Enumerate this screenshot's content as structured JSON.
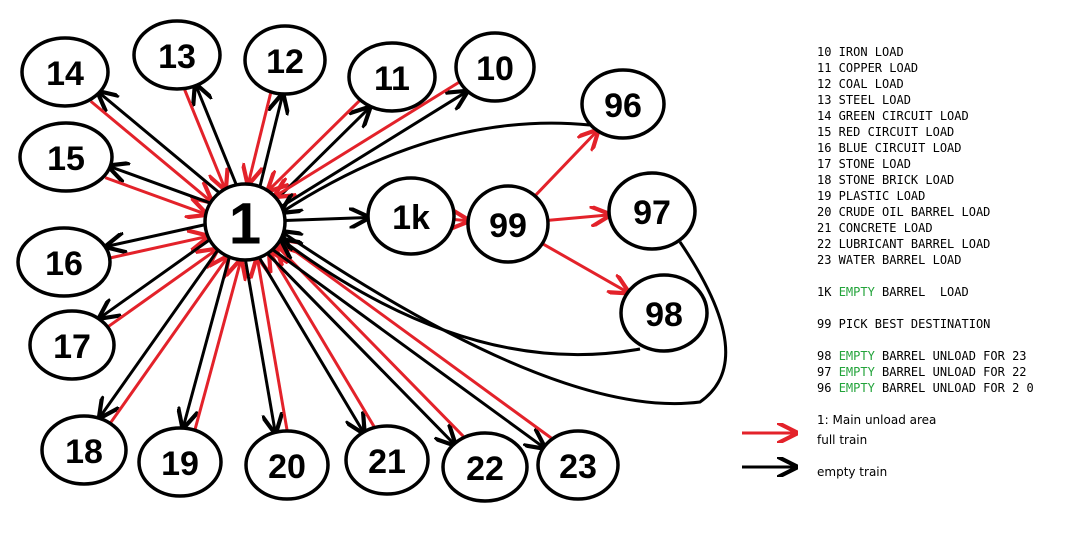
{
  "nodes": [
    {
      "id": "1",
      "label": "1"
    },
    {
      "id": "14",
      "label": "14"
    },
    {
      "id": "13",
      "label": "13"
    },
    {
      "id": "12",
      "label": "12"
    },
    {
      "id": "11",
      "label": "11"
    },
    {
      "id": "10",
      "label": "10"
    },
    {
      "id": "15",
      "label": "15"
    },
    {
      "id": "16",
      "label": "16"
    },
    {
      "id": "17",
      "label": "17"
    },
    {
      "id": "18",
      "label": "18"
    },
    {
      "id": "19",
      "label": "19"
    },
    {
      "id": "20",
      "label": "20"
    },
    {
      "id": "21",
      "label": "21"
    },
    {
      "id": "22",
      "label": "22"
    },
    {
      "id": "23",
      "label": "23"
    },
    {
      "id": "1k",
      "label": "1k"
    },
    {
      "id": "99",
      "label": "99"
    },
    {
      "id": "96",
      "label": "96"
    },
    {
      "id": "97",
      "label": "97"
    },
    {
      "id": "98",
      "label": "98"
    }
  ],
  "legend": {
    "loads": [
      "10 IRON LOAD",
      "11 COPPER LOAD",
      "12 COAL LOAD",
      "13 STEEL LOAD",
      "14 GREEN CIRCUIT LOAD",
      "15 RED CIRCUIT LOAD",
      "16 BLUE CIRCUIT LOAD",
      "17 STONE LOAD",
      "18 STONE BRICK LOAD",
      "19 PLASTIC LOAD",
      "20 CRUDE OIL BARREL LOAD",
      "21 CONCRETE LOAD",
      "22 LUBRICANT BARREL LOAD",
      "23 WATER BARREL LOAD"
    ],
    "empty_word": "EMPTY",
    "k_load": {
      "prefix": "1K ",
      "suffix": " BARREL  LOAD"
    },
    "pick": "99 PICK BEST DESTINATION",
    "unloads": [
      {
        "prefix": "98 ",
        "suffix": " BARREL UNLOAD FOR 23"
      },
      {
        "prefix": "97 ",
        "suffix": " BARREL UNLOAD FOR 22"
      },
      {
        "prefix": "96 ",
        "suffix": " BARREL UNLOAD FOR 2 0"
      }
    ],
    "main": "1: Main unload area",
    "full_train": "full train",
    "empty_train": "empty train"
  },
  "colors": {
    "full_train": "#e3222a",
    "empty_train": "#000000",
    "empty_text": "#22a33a"
  }
}
